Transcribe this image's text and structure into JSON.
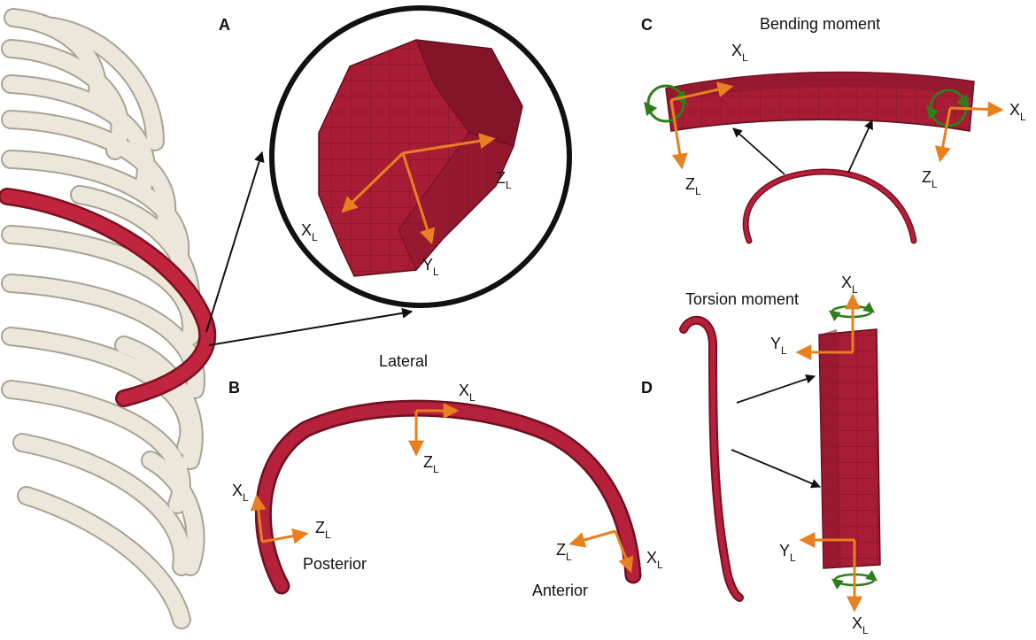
{
  "colors": {
    "rib_highlight": "#b5203a",
    "rib_shade": "#8d1629",
    "rib_bone": "#e9e4d6",
    "rib_bone_edge": "#a8a394",
    "axis_arrow": "#e8801f",
    "moment_arrow": "#2e7d1a",
    "pointer": "#111111"
  },
  "panels": {
    "A": {
      "letter": "A"
    },
    "B": {
      "letter": "B",
      "title": "Lateral",
      "posterior": "Posterior",
      "anterior": "Anterior"
    },
    "C": {
      "letter": "C",
      "title": "Bending moment"
    },
    "D": {
      "letter": "D",
      "title": "Torsion moment"
    }
  },
  "axes": {
    "x": "X",
    "y": "Y",
    "z": "Z",
    "subscript": "L"
  },
  "icons": [
    "moment-rotation-icon"
  ]
}
